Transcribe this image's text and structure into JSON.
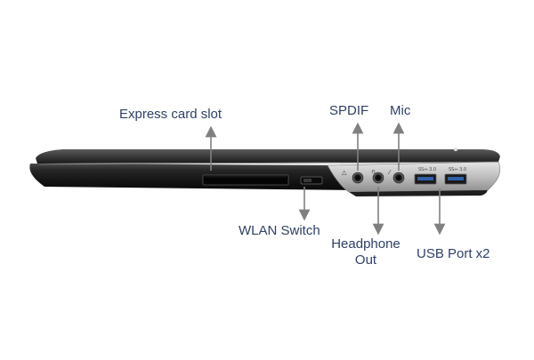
{
  "labels": {
    "express_card_slot": "Express card slot",
    "spdif": "SPDIF",
    "mic": "Mic",
    "wlan_switch": "WLAN Switch",
    "headphone_line1": "Headphone",
    "headphone_line2": "Out",
    "usb_ports": "USB Port x2"
  },
  "port_marks": {
    "usb_left": "SS⇔ 3.0",
    "usb_right": "SS⇔ 3.0"
  },
  "colors": {
    "label_text": "#2e3f66",
    "arrow": "#808080",
    "chassis_dark": "#1c1c1c",
    "chassis_silver": "#c8c8c8"
  }
}
